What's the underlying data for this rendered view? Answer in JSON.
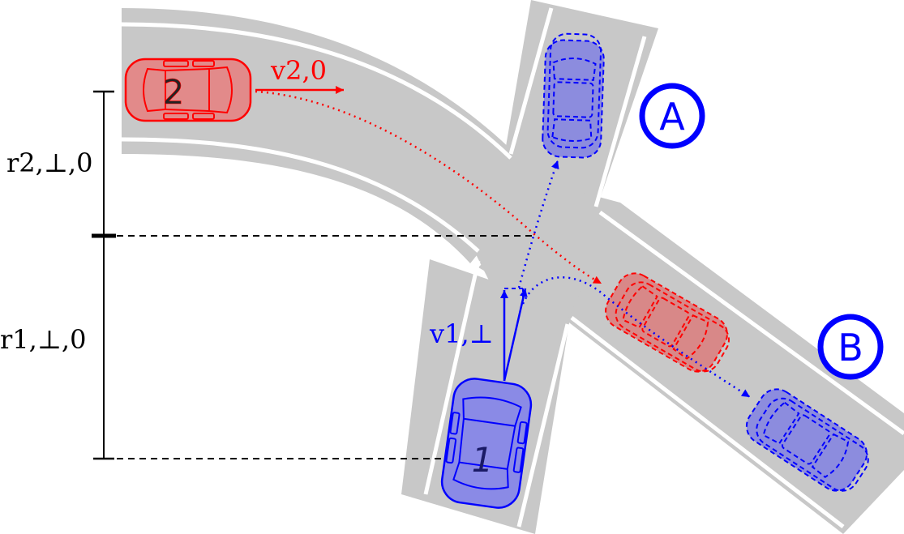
{
  "labels": {
    "v2": "v2,0",
    "v1": "v1,⊥",
    "r2": "r2,⊥,0",
    "r1": "r1,⊥,0",
    "car1": "1",
    "car2": "2",
    "A": "A",
    "B": "B"
  },
  "colors": {
    "road": "#c8c8c8",
    "lane": "#ffffff",
    "red": "#ff0000",
    "blue": "#0000ff",
    "red_fill": "#e28a8a",
    "blue_fill": "#8a8ae6",
    "black": "#000000"
  }
}
